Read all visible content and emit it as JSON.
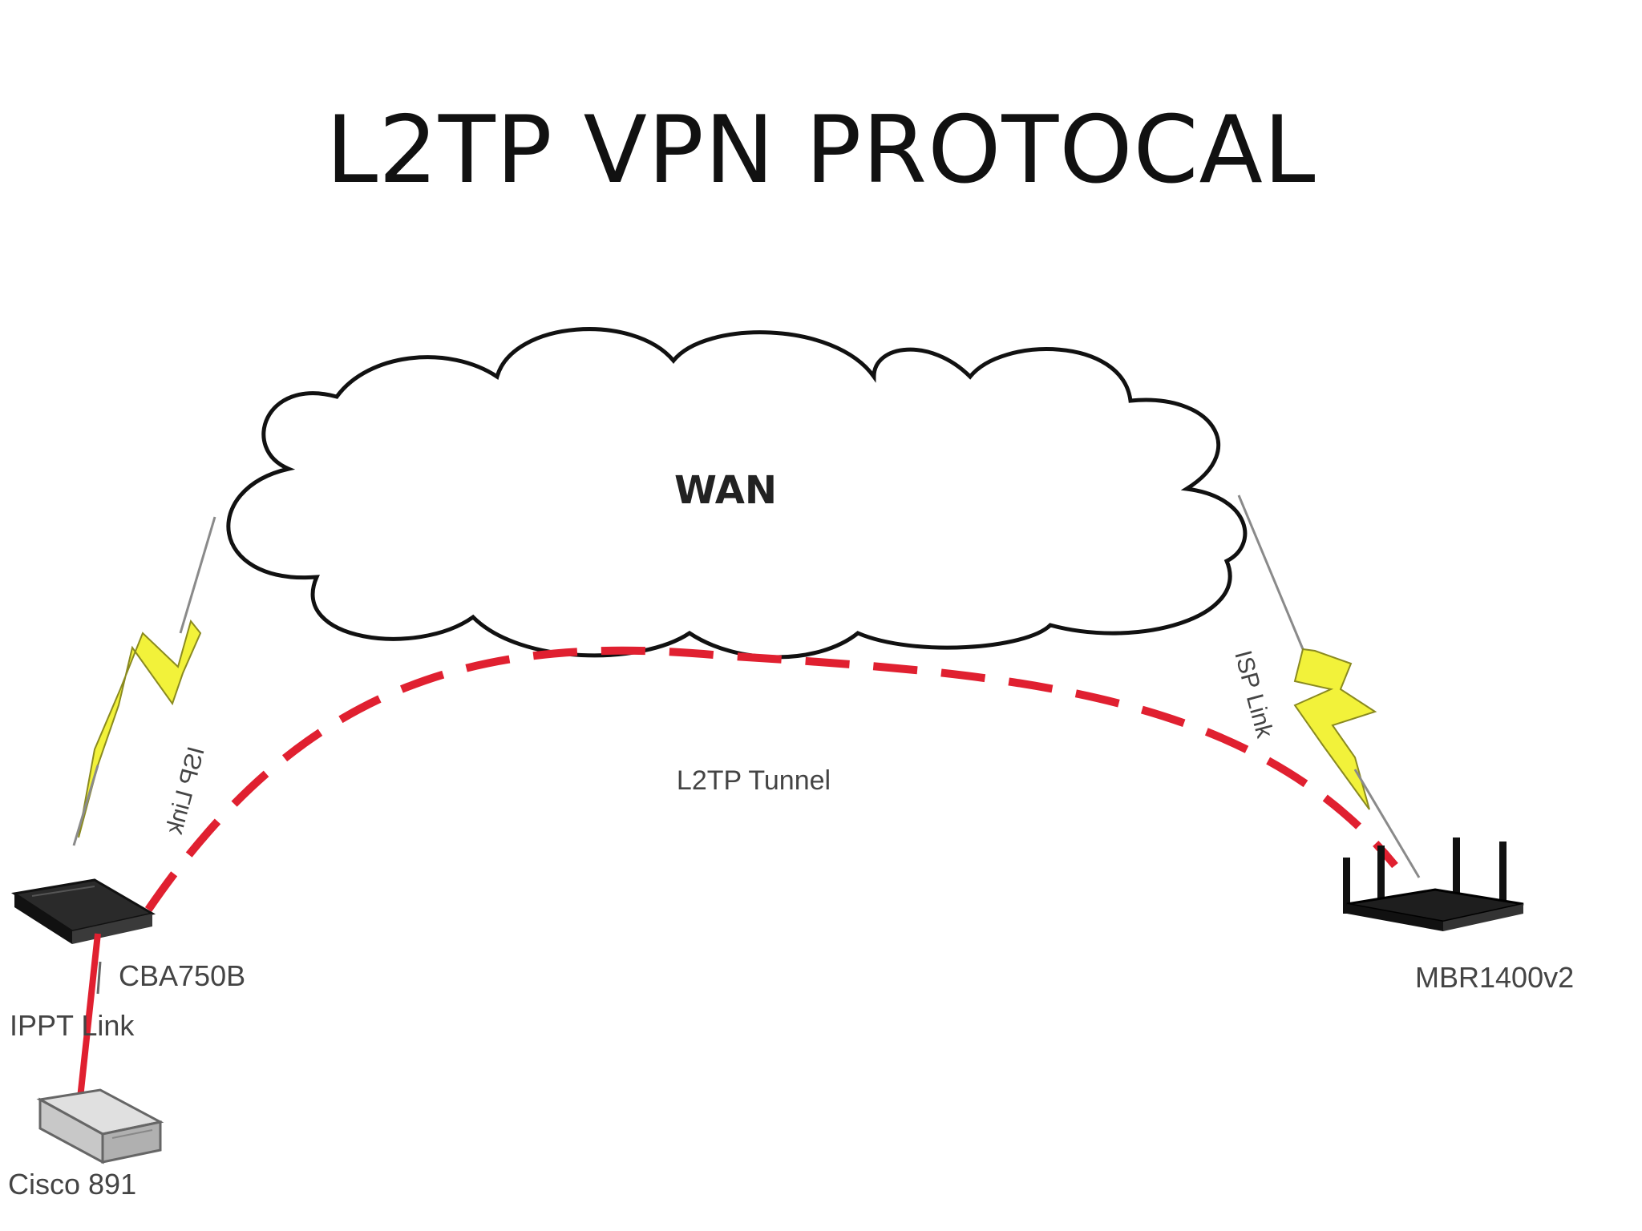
{
  "title": "L2TP VPN PROTOCAL",
  "diagram": {
    "cloud_label": "WAN",
    "tunnel_label": "L2TP Tunnel",
    "isp_link_left_label": "ISP Link",
    "isp_link_right_label": "ISP Link",
    "device_left_label": "CBA750B",
    "device_right_label": "MBR1400v2",
    "link_label": "IPPT Link",
    "device_bottom_label": "Cisco 891",
    "colors": {
      "tunnel": "#e02030",
      "lightning": "#f2f23a",
      "lightning_stroke": "#8a8a20",
      "cloud_stroke": "#111111",
      "device_dark": "#1e1e1e",
      "device_gray": "#d4d4d4"
    }
  }
}
